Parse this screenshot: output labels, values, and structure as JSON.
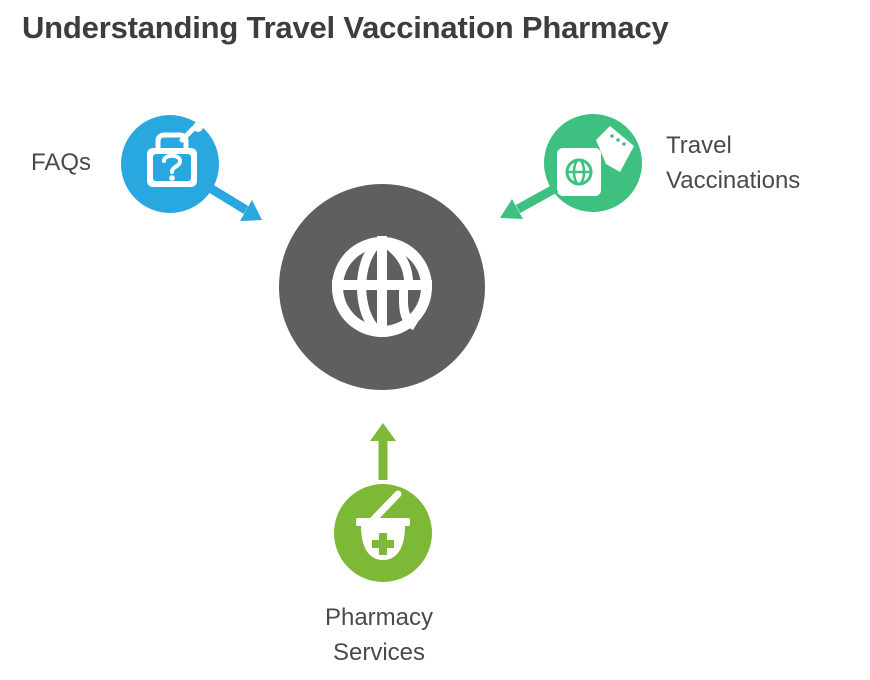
{
  "title": "Understanding Travel Vaccination Pharmacy",
  "center": {
    "icon": "globe-icon",
    "color": "#5f5f5f"
  },
  "nodes": {
    "faqs": {
      "label": "FAQs",
      "icon": "suitcase-question-icon",
      "color": "#29a8df"
    },
    "travel": {
      "label_line1": "Travel",
      "label_line2": "Vaccinations",
      "icon": "passport-ticket-icon",
      "color": "#3dc080"
    },
    "pharmacy": {
      "label_line1": "Pharmacy",
      "label_line2": "Services",
      "icon": "mortar-cross-icon",
      "color": "#7db837"
    }
  }
}
